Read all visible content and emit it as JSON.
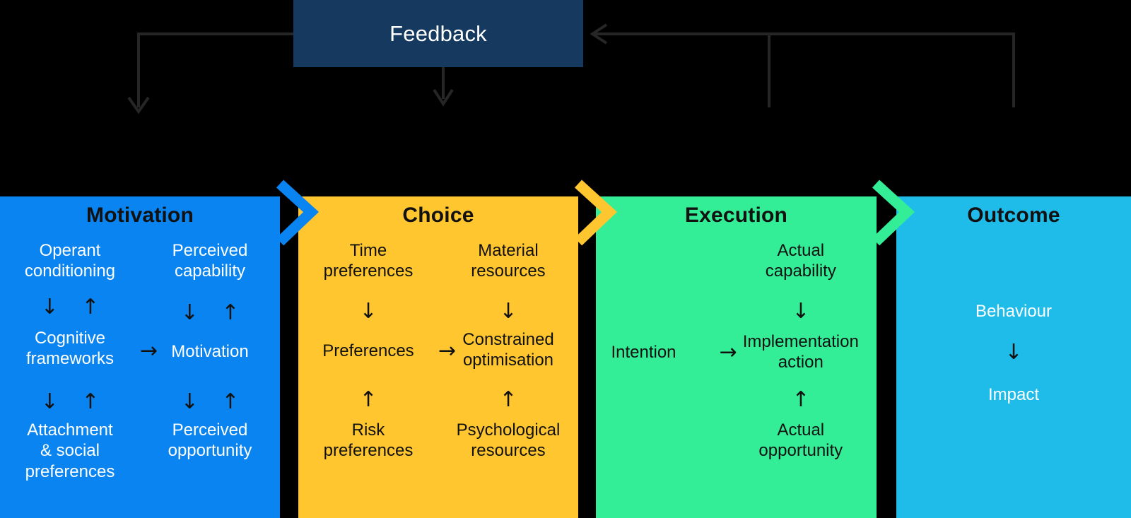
{
  "feedback": {
    "label": "Feedback"
  },
  "colors": {
    "feedback_box": "#163A5F",
    "motivation": "#0A84F0",
    "choice": "#FFC630",
    "execution": "#33EE96",
    "outcome": "#1FBCEA",
    "line": "#262626",
    "background": "#000000"
  },
  "glyphs": {
    "down": "↓",
    "up": "↑",
    "right": "→"
  },
  "stages": [
    {
      "id": "motivation",
      "title": "Motivation",
      "text_tone": "light",
      "cells": {
        "top_left": "Operant\nconditioning",
        "top_right": "Perceived\ncapability",
        "mid_left": "Cognitive\nframeworks",
        "mid_right": "Motivation",
        "bottom_left": "Attachment\n& social\npreferences",
        "bottom_right": "Perceived\nopportunity"
      }
    },
    {
      "id": "choice",
      "title": "Choice",
      "text_tone": "dark",
      "cells": {
        "top_left": "Time\npreferences",
        "top_right": "Material\nresources",
        "mid_left": "Preferences",
        "mid_right": "Constrained\noptimisation",
        "bottom_left": "Risk\npreferences",
        "bottom_right": "Psychological\nresources"
      }
    },
    {
      "id": "execution",
      "title": "Execution",
      "text_tone": "dark",
      "cells": {
        "top_right": "Actual\ncapability",
        "mid_left": "Intention",
        "mid_right": "Implementation\naction",
        "bottom_right": "Actual\nopportunity"
      }
    },
    {
      "id": "outcome",
      "title": "Outcome",
      "text_tone": "light",
      "cells": {
        "mid_top": "Behaviour",
        "mid_bottom": "Impact"
      }
    }
  ]
}
